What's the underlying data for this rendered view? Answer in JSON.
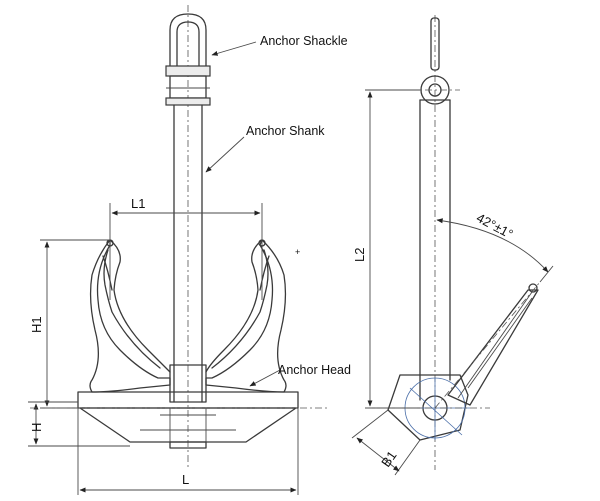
{
  "callouts": {
    "shackle": "Anchor Shackle",
    "shank": "Anchor Shank",
    "head": "Anchor Head"
  },
  "dimensions": {
    "L": "L",
    "L1": "L1",
    "L2": "L2",
    "H": "H",
    "H1": "H1",
    "B1": "B1",
    "angle": "42°±1°"
  }
}
